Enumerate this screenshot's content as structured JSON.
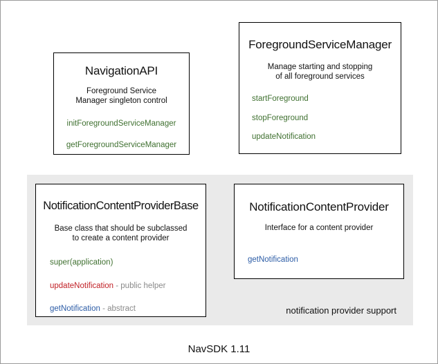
{
  "diagram": {
    "footer": "NavSDK 1.11",
    "group": {
      "caption": "notification provider support",
      "background_color": "#eaeaea"
    },
    "colors": {
      "green": "#3f7030",
      "red": "#c12026",
      "blue": "#2c5ca6",
      "note_gray": "#8a8a8a",
      "border": "#000000",
      "text": "#111111"
    },
    "boxes": [
      {
        "id": "navigation-api",
        "title": "NavigationAPI",
        "description_lines": [
          "Foreground Service",
          "Manager singleton control"
        ],
        "members": [
          {
            "name": "initForegroundServiceManager",
            "color": "green",
            "note": ""
          },
          {
            "name": "getForegroundServiceManager",
            "color": "green",
            "note": ""
          }
        ]
      },
      {
        "id": "foreground-service-manager",
        "title": "ForegroundServiceManager",
        "description_lines": [
          "Manage starting and stopping",
          "of all foreground services"
        ],
        "members": [
          {
            "name": "startForeground",
            "color": "green",
            "note": ""
          },
          {
            "name": "stopForeground",
            "color": "green",
            "note": ""
          },
          {
            "name": "updateNotification",
            "color": "green",
            "note": ""
          }
        ]
      },
      {
        "id": "notification-content-provider-base",
        "title": "NotificationContentProviderBase",
        "description_lines": [
          "Base class that should be subclassed",
          "to create a content provider"
        ],
        "members": [
          {
            "name": "super(application)",
            "color": "green",
            "note": ""
          },
          {
            "name": "updateNotification",
            "color": "red",
            "note": " - public helper"
          },
          {
            "name": "getNotification",
            "color": "blue",
            "note": " - abstract"
          }
        ]
      },
      {
        "id": "notification-content-provider",
        "title": "NotificationContentProvider",
        "description_lines": [
          "Interface for a content provider"
        ],
        "members": [
          {
            "name": "getNotification",
            "color": "blue",
            "note": ""
          }
        ]
      }
    ]
  }
}
